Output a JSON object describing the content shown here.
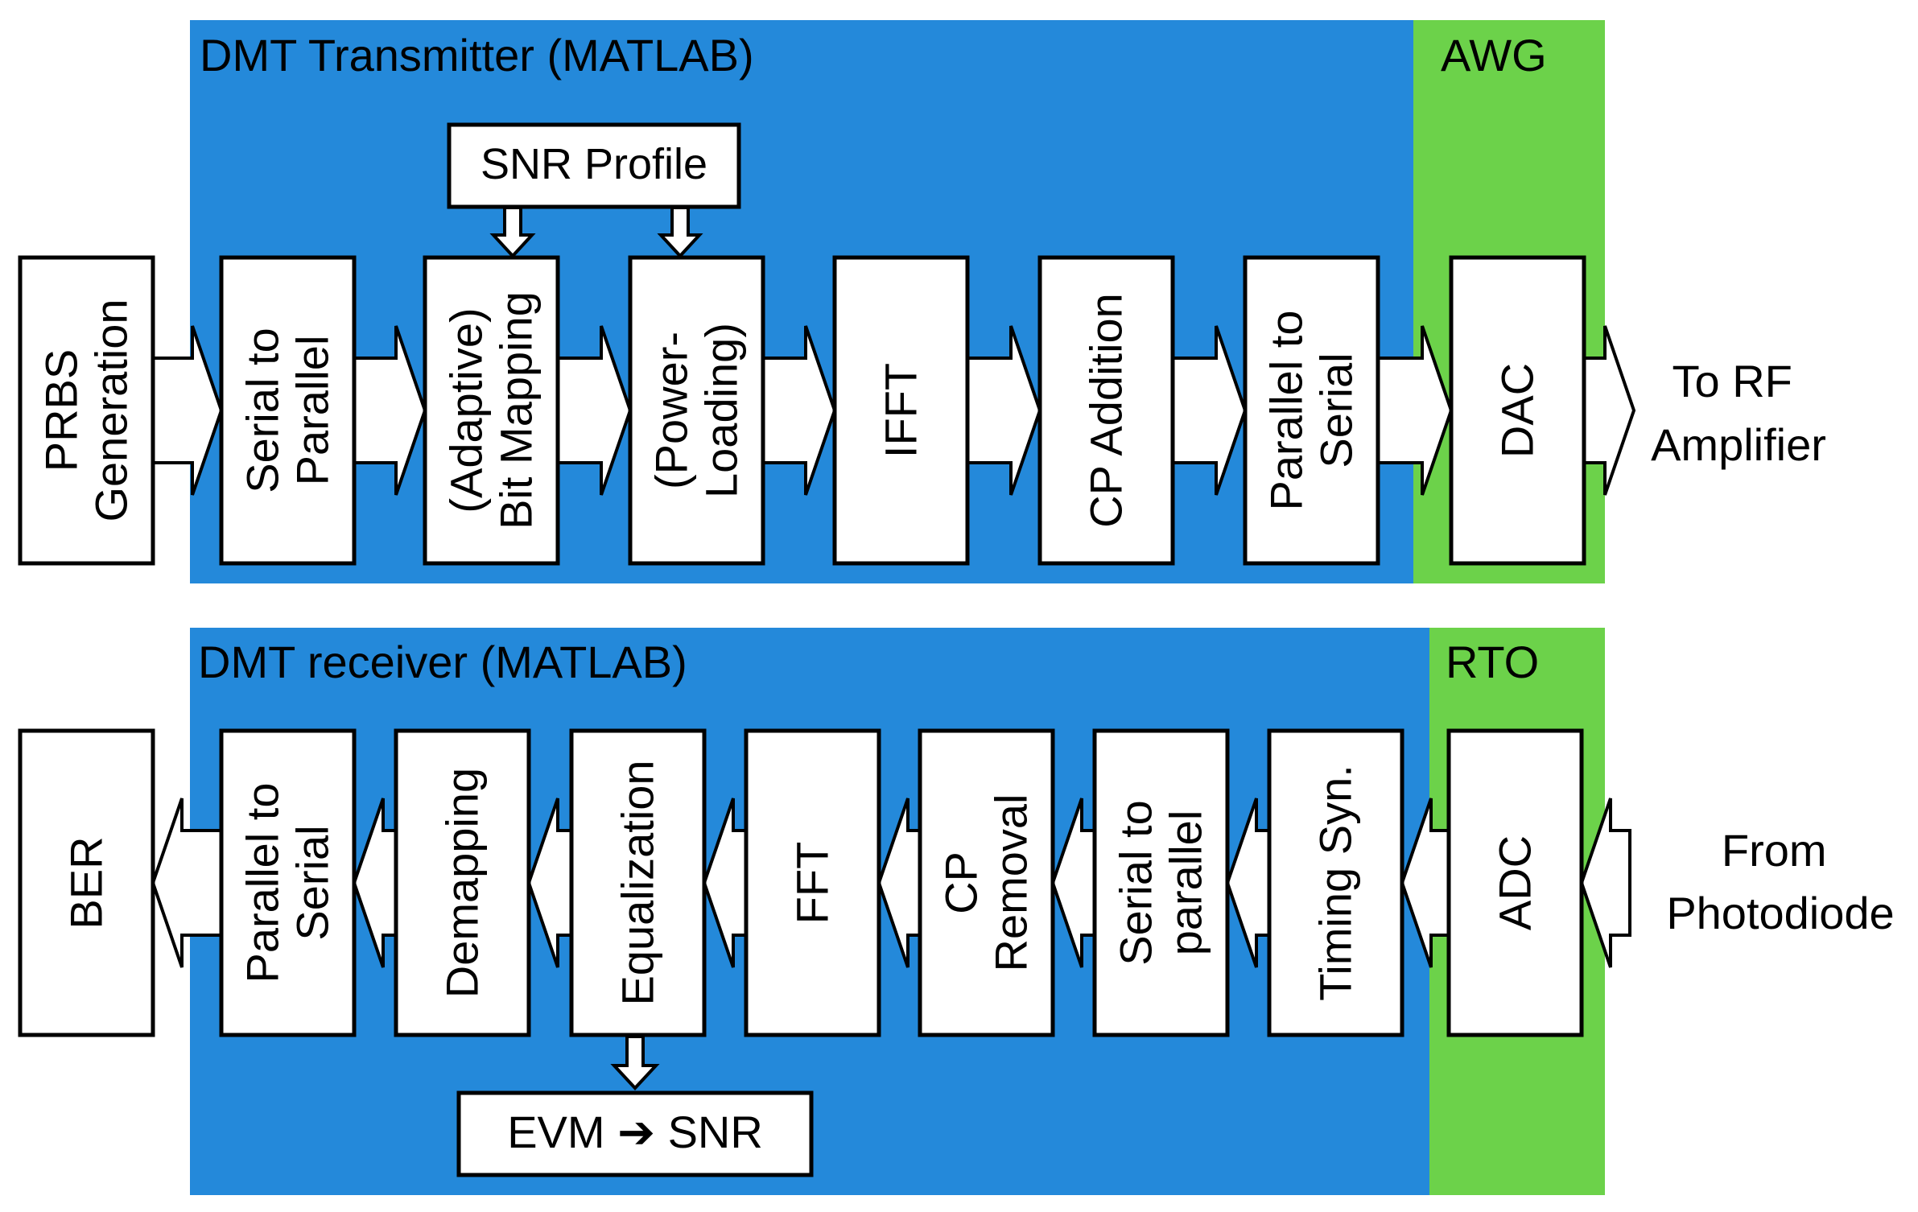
{
  "colors": {
    "matlab_panel": "#2489DA",
    "hardware_panel": "#6CD24A",
    "block_fill": "#FFFFFF",
    "stroke": "#000000"
  },
  "transmitter": {
    "panel_title": "DMT Transmitter (MATLAB)",
    "hw_title": "AWG",
    "snr_profile": "SNR Profile",
    "blocks": [
      {
        "name": "prbs-generation",
        "lines": [
          "PRBS",
          "Generation"
        ]
      },
      {
        "name": "serial-to-parallel",
        "lines": [
          "Serial to",
          "Parallel"
        ]
      },
      {
        "name": "bit-mapping",
        "lines": [
          "(Adaptive)",
          "Bit Mapping"
        ]
      },
      {
        "name": "power-loading",
        "lines": [
          "(Power-",
          "Loading)"
        ]
      },
      {
        "name": "ifft",
        "lines": [
          "IFFT"
        ]
      },
      {
        "name": "cp-addition",
        "lines": [
          "CP Addition"
        ]
      },
      {
        "name": "parallel-to-serial",
        "lines": [
          "Parallel to",
          "Serial"
        ]
      },
      {
        "name": "dac",
        "lines": [
          "DAC"
        ]
      }
    ],
    "output_label": [
      "To RF",
      "Amplifier"
    ]
  },
  "receiver": {
    "panel_title": "DMT receiver (MATLAB)",
    "hw_title": "RTO",
    "evm_label": "EVM ➔ SNR",
    "blocks": [
      {
        "name": "ber",
        "lines": [
          "BER"
        ]
      },
      {
        "name": "parallel-to-serial",
        "lines": [
          "Parallel to",
          "Serial"
        ]
      },
      {
        "name": "demapping",
        "lines": [
          "Demapping"
        ]
      },
      {
        "name": "equalization",
        "lines": [
          "Equalization"
        ]
      },
      {
        "name": "fft",
        "lines": [
          "FFT"
        ]
      },
      {
        "name": "cp-removal",
        "lines": [
          "CP",
          "Removal"
        ]
      },
      {
        "name": "serial-to-parallel",
        "lines": [
          "Serial to",
          "parallel"
        ]
      },
      {
        "name": "timing-syn",
        "lines": [
          "Timing Syn."
        ]
      },
      {
        "name": "adc",
        "lines": [
          "ADC"
        ]
      }
    ],
    "input_label": [
      "From",
      "Photodiode"
    ]
  }
}
